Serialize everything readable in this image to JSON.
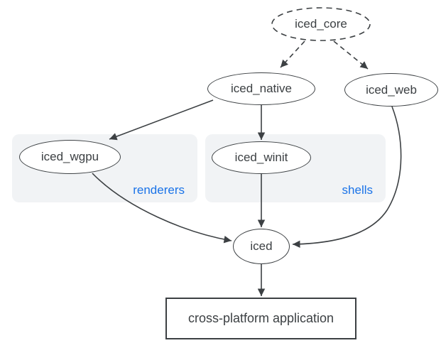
{
  "nodes": {
    "iced_core": {
      "label": "iced_core"
    },
    "iced_native": {
      "label": "iced_native"
    },
    "iced_web": {
      "label": "iced_web"
    },
    "iced_wgpu": {
      "label": "iced_wgpu"
    },
    "iced_winit": {
      "label": "iced_winit"
    },
    "iced": {
      "label": "iced"
    },
    "application": {
      "label": "cross-platform application"
    }
  },
  "groups": {
    "renderers": {
      "label": "renderers",
      "ellipsis": "..."
    },
    "shells": {
      "label": "shells",
      "ellipsis": "..."
    }
  },
  "edges": [
    {
      "from": "iced_core",
      "to": "iced_native",
      "style": "dashed"
    },
    {
      "from": "iced_core",
      "to": "iced_web",
      "style": "dashed"
    },
    {
      "from": "iced_native",
      "to": "iced_wgpu",
      "style": "solid"
    },
    {
      "from": "iced_native",
      "to": "iced_winit",
      "style": "solid"
    },
    {
      "from": "iced_wgpu",
      "to": "iced",
      "style": "solid"
    },
    {
      "from": "iced_winit",
      "to": "iced",
      "style": "solid"
    },
    {
      "from": "iced_web",
      "to": "iced",
      "style": "solid"
    },
    {
      "from": "iced",
      "to": "application",
      "style": "solid"
    }
  ],
  "colors": {
    "background": "#ffffff",
    "node_stroke": "#3c4043",
    "node_fill": "#ffffff",
    "text": "#3c4043",
    "edge": "#3c4043",
    "group_background": "#f1f3f5",
    "group_label": "#1a73e8"
  }
}
